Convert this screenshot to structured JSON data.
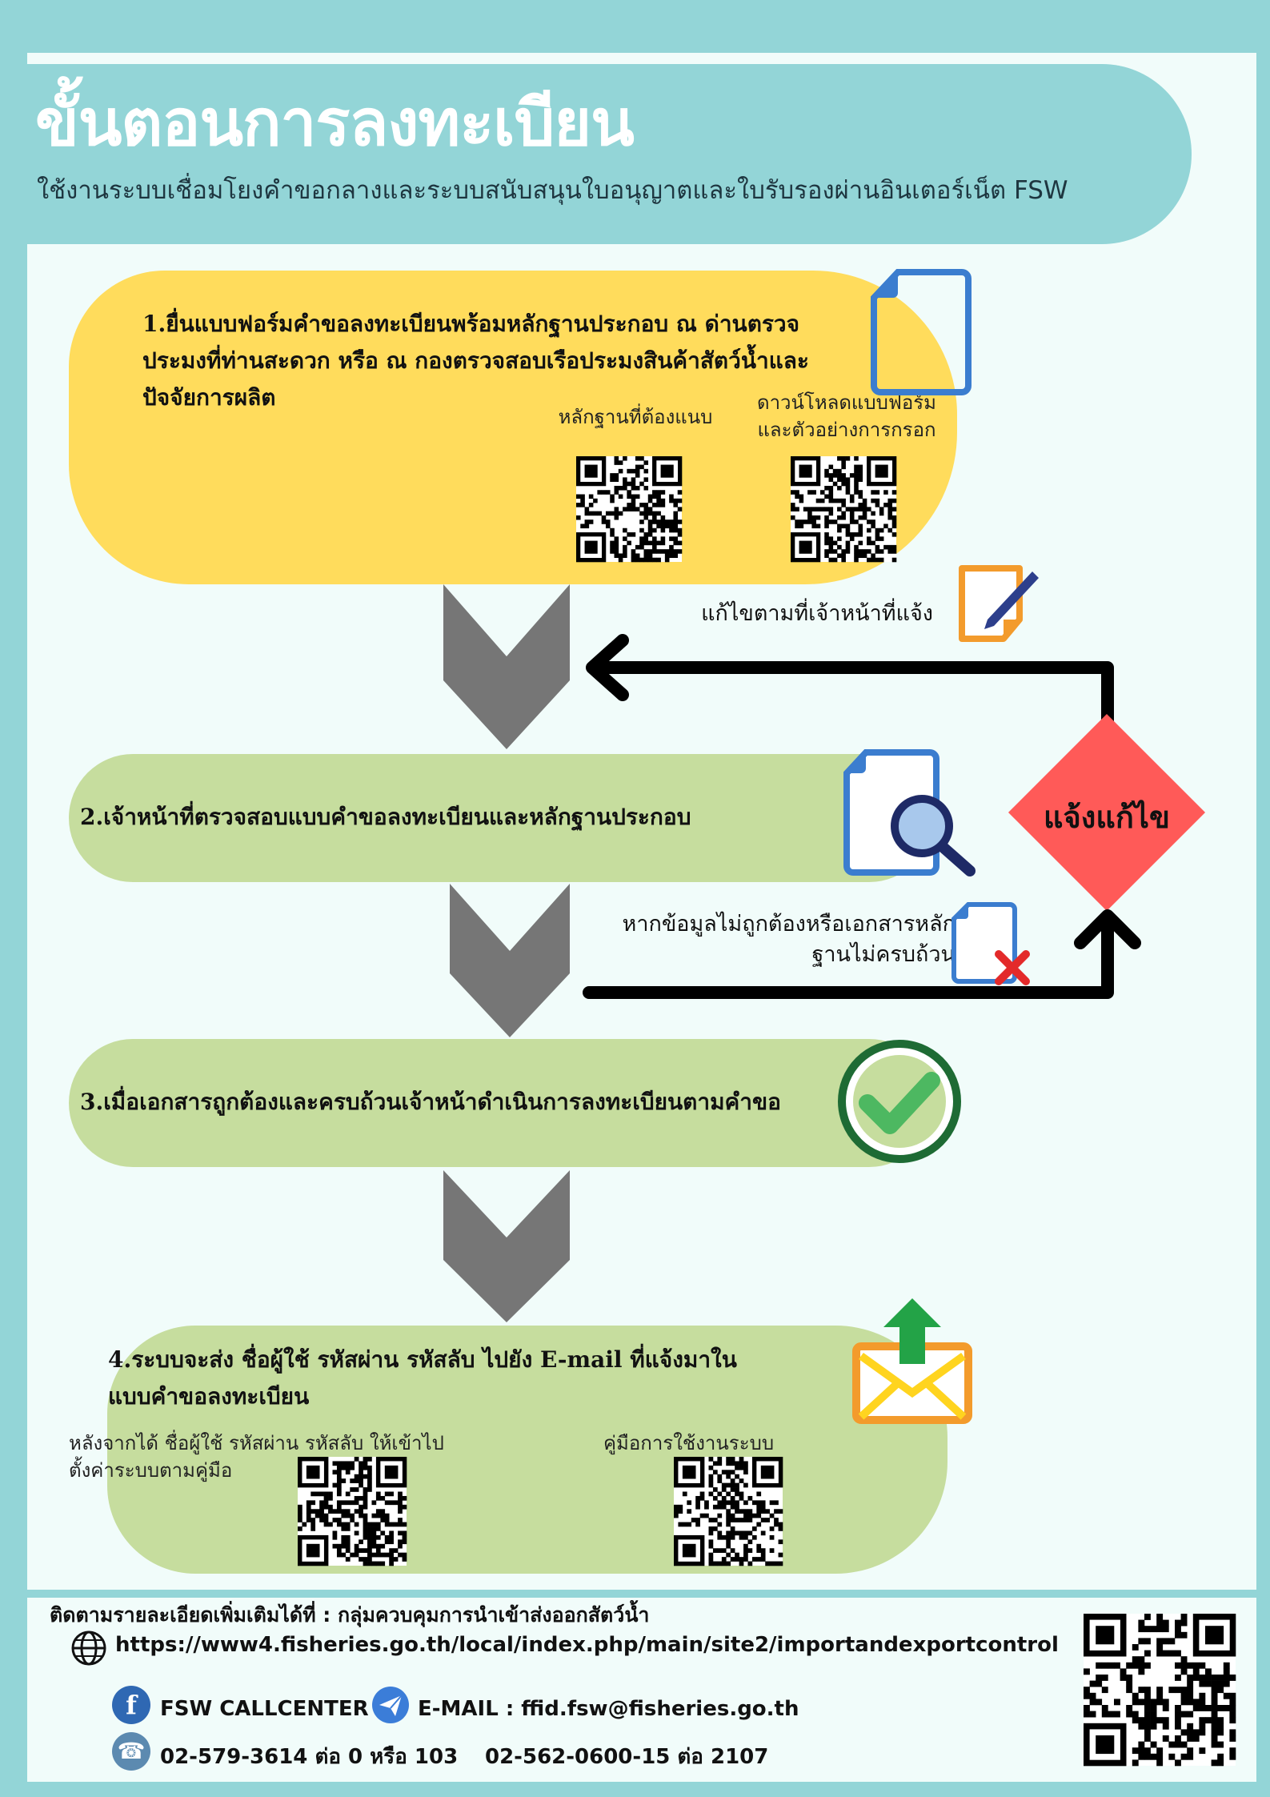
{
  "header": {
    "title": "ขั้นตอนการลงทะเบียน",
    "subtitle": "ใช้งานระบบเชื่อมโยงคำขอกลางและระบบสนับสนุนใบอนุญาตและใบรับรองผ่านอินเตอร์เน็ต FSW"
  },
  "step1": {
    "text": "1.ยื่นแบบฟอร์มคำขอลงทะเบียนพร้อมหลักฐานประกอบ ณ ด่านตรวจประมงที่ท่านสะดวก หรือ ณ กองตรวจสอบเรือประมงสินค้าสัตว์น้ำและปัจจัยการผลิต",
    "qr1_label": "หลักฐานที่ต้องแนบ",
    "qr2_label": "ดาวน์โหลดแบบฟอร์มและตัวอย่างการกรอก",
    "icon": "document-icon"
  },
  "feedback_note": "แก้ไขตามที่เจ้าหน้าที่แจ้ง",
  "step2": {
    "text": "2.เจ้าหน้าที่ตรวจสอบแบบคำขอลงทะเบียนและหลักฐานประกอบ",
    "icon": "document-search-icon"
  },
  "decision": {
    "label": "แจ้งแก้ไข",
    "color": "#ff5a58"
  },
  "error_note": "หากข้อมูลไม่ถูกต้องหรือเอกสารหลักฐานไม่ครบถ้วน",
  "step3": {
    "text": "3.เมื่อเอกสารถูกต้องและครบถ้วนเจ้าหน้าดำเนินการลงทะเบียนตามคำขอ",
    "icon": "check-circle-icon"
  },
  "step4": {
    "text": "4.ระบบจะส่ง ชื่อผู้ใช้ รหัสผ่าน รหัสลับ ไปยัง E-mail ที่แจ้งมาในแบบคำขอลงทะเบียน",
    "note": "หลังจากได้ ชื่อผู้ใช้ รหัสผ่าน รหัสลับ ให้เข้าไปตั้งค่าระบบตามคู่มือ",
    "manual_label": "คู่มือการใช้งานระบบ",
    "icon": "mail-upload-icon"
  },
  "footer": {
    "heading": "ติดตามรายละเอียดเพิ่มเติมได้ที่ : กลุ่มควบคุมการนำเข้าส่งออกสัตว์น้ำ",
    "url": "https://www4.fisheries.go.th/local/index.php/main/site2/importandexportcontrol",
    "callcenter": "FSW CALLCENTER",
    "email": "E-MAIL : ffid.fsw@fisheries.go.th",
    "phone1": "02-579-3614 ต่อ 0 หรือ 103",
    "phone2": "02-562-0600-15 ต่อ 2107"
  },
  "colors": {
    "background": "#93d5d7",
    "panel": "#f1fcfa",
    "step1": "#ffdc5c",
    "step_green": "#c6dd9e",
    "chevron": "#767676"
  }
}
